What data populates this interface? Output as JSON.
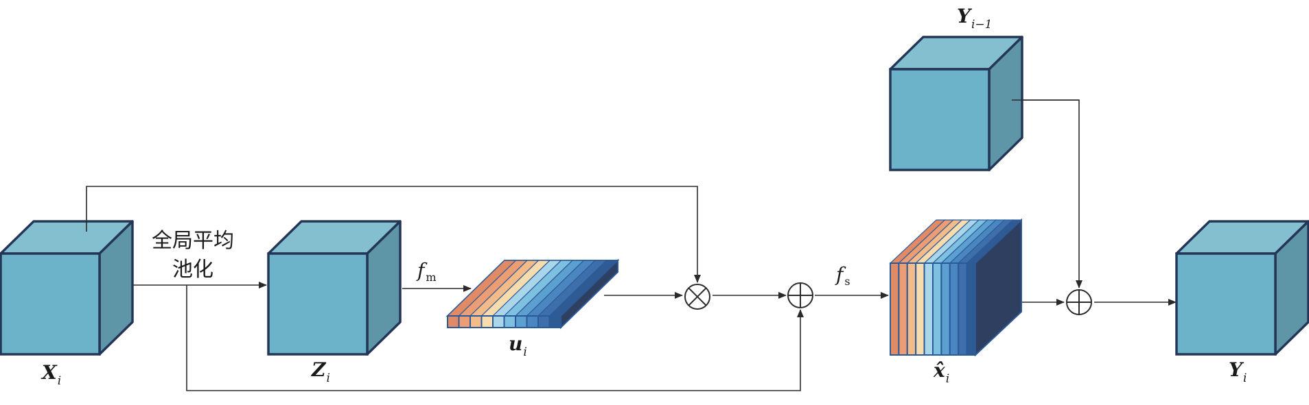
{
  "colors": {
    "cube_front": "#6cb3c9",
    "cube_top": "#84bfd0",
    "cube_side": "#5e95a7",
    "cube_edge": "#243657",
    "volume_dark": "#2e3f5f",
    "line": "#2a2a2a"
  },
  "stripe_colors": [
    "#e18a66",
    "#ec9d74",
    "#f3bb87",
    "#f9dcae",
    "#a9d6e8",
    "#7ec0df",
    "#5ca0cf",
    "#4a86bf",
    "#3f6fab",
    "#2f5b95"
  ],
  "labels": {
    "x_i": {
      "main": "X",
      "sub": "i"
    },
    "z_i": {
      "main": "Z",
      "sub": "i"
    },
    "u_i": {
      "main": "u",
      "sub": "i"
    },
    "xhat_i": {
      "main": "x̂",
      "sub": "i"
    },
    "y_prev": {
      "main": "Y",
      "sub": "i−1"
    },
    "y_i": {
      "main": "Y",
      "sub": "i"
    },
    "gap_line1": "全局平均",
    "gap_line2": "池化",
    "f_m": {
      "main": "f",
      "sub": "m"
    },
    "f_s": {
      "main": "f",
      "sub": "s"
    }
  },
  "icons": {
    "multiply": "circle-times-icon",
    "add": "circle-plus-icon"
  }
}
